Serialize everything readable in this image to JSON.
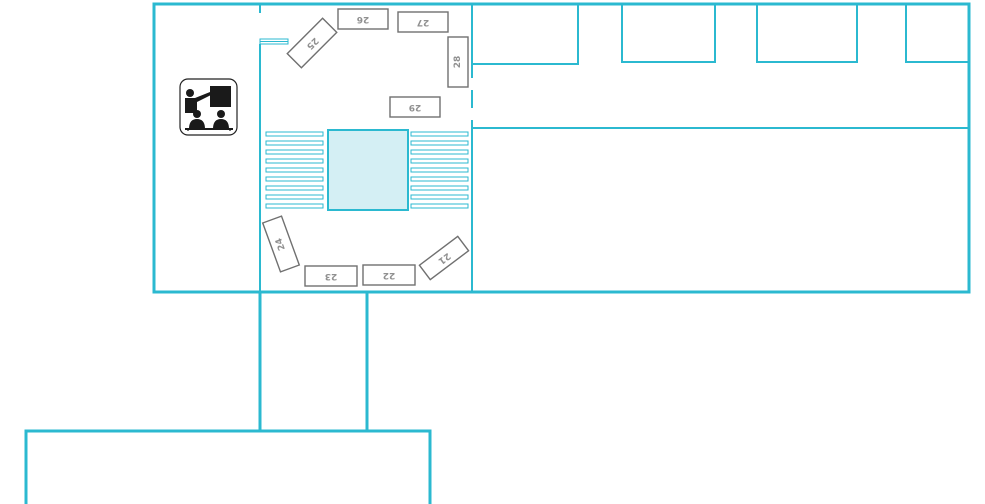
{
  "colors": {
    "wall": "#2bb9d0",
    "stage_fill": "#d4eff4",
    "desk_stroke": "#707070",
    "desk_label": "#909090",
    "icon": "#1a1a1a"
  },
  "icons": {
    "classroom": "teacher-at-board-with-students-icon"
  },
  "seats": [
    {
      "label": "21"
    },
    {
      "label": "22"
    },
    {
      "label": "23"
    },
    {
      "label": "24"
    },
    {
      "label": "25"
    },
    {
      "label": "26"
    },
    {
      "label": "27"
    },
    {
      "label": "28"
    },
    {
      "label": "29"
    }
  ]
}
